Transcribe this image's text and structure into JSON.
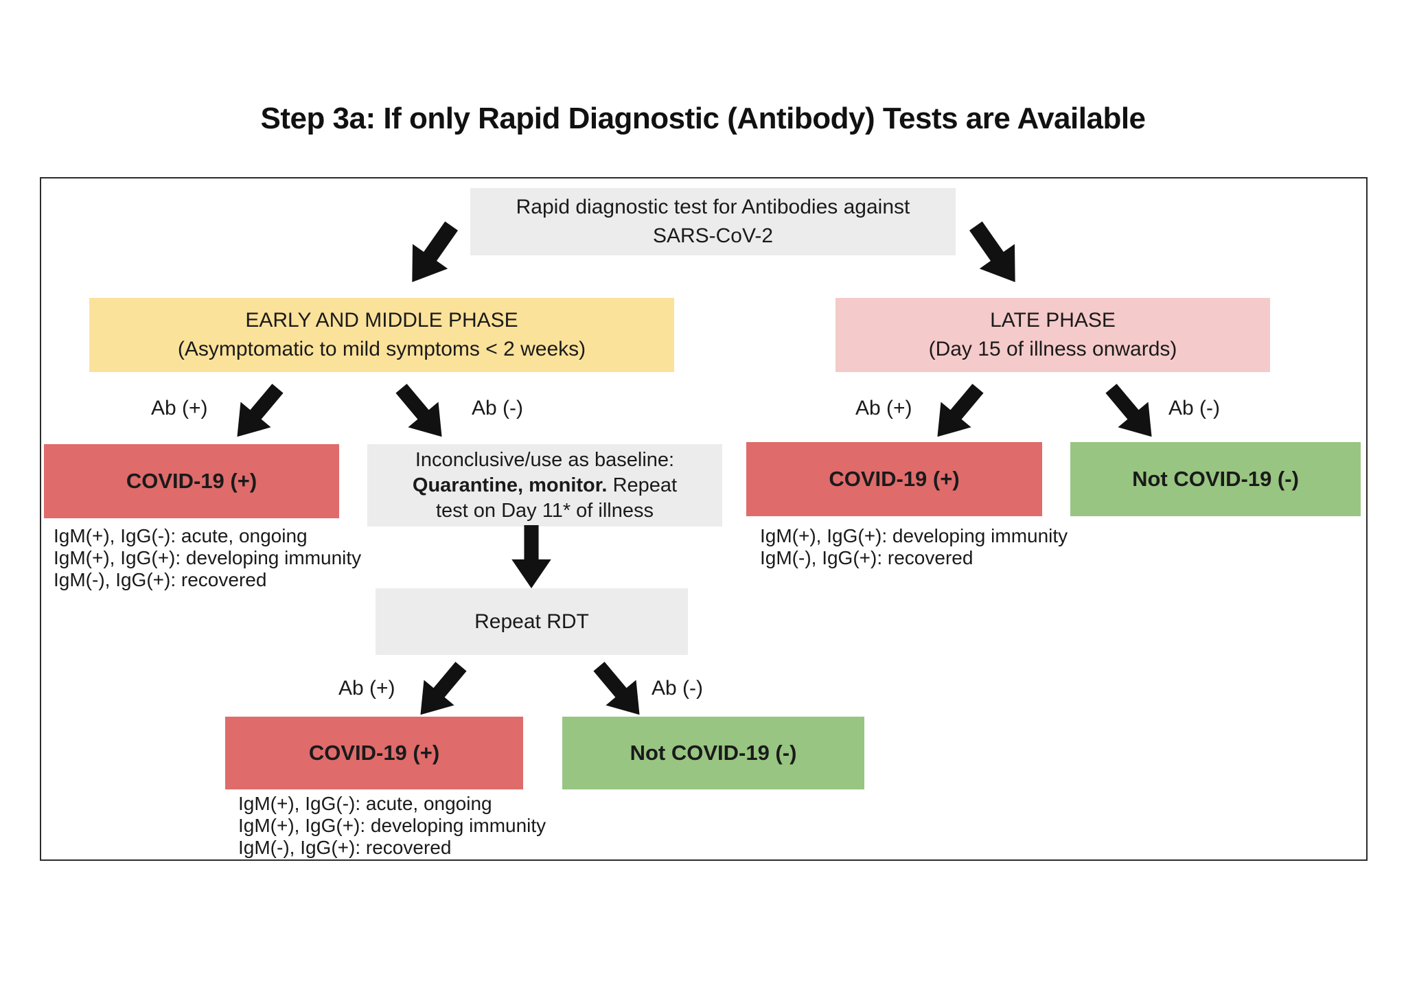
{
  "page_title": "Step 3a: If only Rapid Diagnostic (Antibody) Tests are Available",
  "colors": {
    "box_gray": "#ececec",
    "box_yellow": "#fbe29a",
    "box_pink": "#f5caca",
    "box_red": "#df6b6b",
    "box_green": "#98c582",
    "arrow_black": "#111111",
    "border": "#2b2b2b"
  },
  "root_box": {
    "text": "Rapid diagnostic test for Antibodies against SARS-CoV-2"
  },
  "early_branch": {
    "phase_title": "EARLY AND MIDDLE PHASE",
    "phase_subtitle": "(Asymptomatic to mild symptoms < 2 weeks)",
    "ab_positive_label": "Ab (+)",
    "ab_negative_label": "Ab (-)",
    "positive_result": "COVID-19 (+)",
    "positive_notes": [
      "IgM(+), IgG(-): acute, ongoing",
      "IgM(+), IgG(+): developing immunity",
      "IgM(-), IgG(+): recovered"
    ],
    "inconclusive_line1": "Inconclusive/use as baseline:",
    "inconclusive_bold": "Quarantine, monitor.",
    "inconclusive_line2_rest": "Repeat",
    "inconclusive_line3": "test on Day 11* of illness"
  },
  "repeat_branch": {
    "box_label": "Repeat RDT",
    "ab_positive_label": "Ab (+)",
    "ab_negative_label": "Ab (-)",
    "positive_result": "COVID-19 (+)",
    "negative_result": "Not COVID-19 (-)",
    "positive_notes": [
      "IgM(+), IgG(-): acute, ongoing",
      "IgM(+), IgG(+): developing immunity",
      "IgM(-), IgG(+): recovered"
    ]
  },
  "late_branch": {
    "phase_title": "LATE PHASE",
    "phase_subtitle": "(Day 15 of illness onwards)",
    "ab_positive_label": "Ab (+)",
    "ab_negative_label": "Ab (-)",
    "positive_result": "COVID-19 (+)",
    "negative_result": "Not COVID-19 (-)",
    "positive_notes": [
      "IgM(+), IgG(+): developing immunity",
      "IgM(-), IgG(+): recovered"
    ]
  }
}
